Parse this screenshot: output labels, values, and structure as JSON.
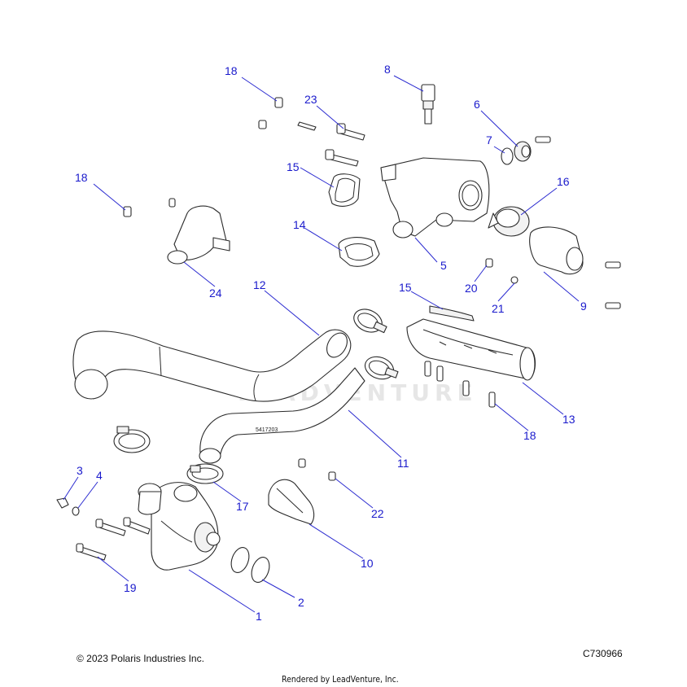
{
  "callouts": [
    {
      "id": "c1",
      "label": "1"
    },
    {
      "id": "c2",
      "label": "2"
    },
    {
      "id": "c3",
      "label": "3"
    },
    {
      "id": "c4",
      "label": "4"
    },
    {
      "id": "c5",
      "label": "5"
    },
    {
      "id": "c6",
      "label": "6"
    },
    {
      "id": "c7",
      "label": "7"
    },
    {
      "id": "c8",
      "label": "8"
    },
    {
      "id": "c9",
      "label": "9"
    },
    {
      "id": "c10",
      "label": "10"
    },
    {
      "id": "c11",
      "label": "11"
    },
    {
      "id": "c12",
      "label": "12"
    },
    {
      "id": "c13",
      "label": "13"
    },
    {
      "id": "c14",
      "label": "14"
    },
    {
      "id": "c15a",
      "label": "15"
    },
    {
      "id": "c15b",
      "label": "15"
    },
    {
      "id": "c16",
      "label": "16"
    },
    {
      "id": "c17",
      "label": "17"
    },
    {
      "id": "c18a",
      "label": "18"
    },
    {
      "id": "c18b",
      "label": "18"
    },
    {
      "id": "c18c",
      "label": "18"
    },
    {
      "id": "c19",
      "label": "19"
    },
    {
      "id": "c20",
      "label": "20"
    },
    {
      "id": "c21",
      "label": "21"
    },
    {
      "id": "c22",
      "label": "22"
    },
    {
      "id": "c23",
      "label": "23"
    },
    {
      "id": "c24",
      "label": "24"
    }
  ],
  "hose_marking": "5417203",
  "watermark": "LEADVENTURE",
  "footer": {
    "copyright": "© 2023 Polaris Industries Inc.",
    "drawing_number": "C730966",
    "rendered_by": "Rendered by LeadVenture, Inc."
  },
  "colors": {
    "callout": "#1a1acc",
    "leader": "#2b2bd0",
    "outline": "#2a2a2a"
  }
}
